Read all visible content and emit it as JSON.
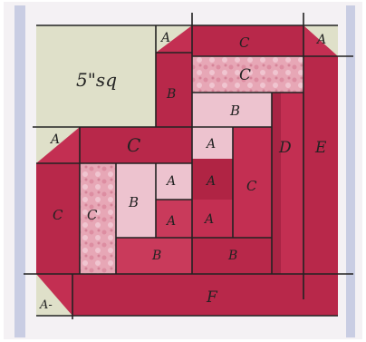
{
  "colors": {
    "background": "#ffffff",
    "paper": "#f4f1f4",
    "border_blue": "#c9cde3",
    "cream": "#dfe0c9",
    "red_dark": "#b8284a",
    "red_mid": "#c93a5b",
    "red_main": "#c32f52",
    "pink_mottled": "#e7a7b6",
    "pink_light": "#edc3cf",
    "ink": "#222222"
  },
  "square_label": "5\"sq",
  "labels": {
    "a_top_left": "A",
    "a_top_right": "A",
    "a_mid_left": "A",
    "a_bottom_left": "A-",
    "a_center_top": "A",
    "a_center_1": "A",
    "a_center_2": "A",
    "a_center_3": "A",
    "a_center_4": "A",
    "b_upper": "B",
    "b_top_center": "B",
    "b_mid": "B",
    "b_bottom_left": "B",
    "b_bottom_right": "B",
    "c_top": "C",
    "c_stripe": "C",
    "c_middle": "C",
    "c_left_outer": "C",
    "c_left_inner": "C",
    "c_right_inner": "C",
    "d": "D",
    "e": "E",
    "f": "F"
  }
}
